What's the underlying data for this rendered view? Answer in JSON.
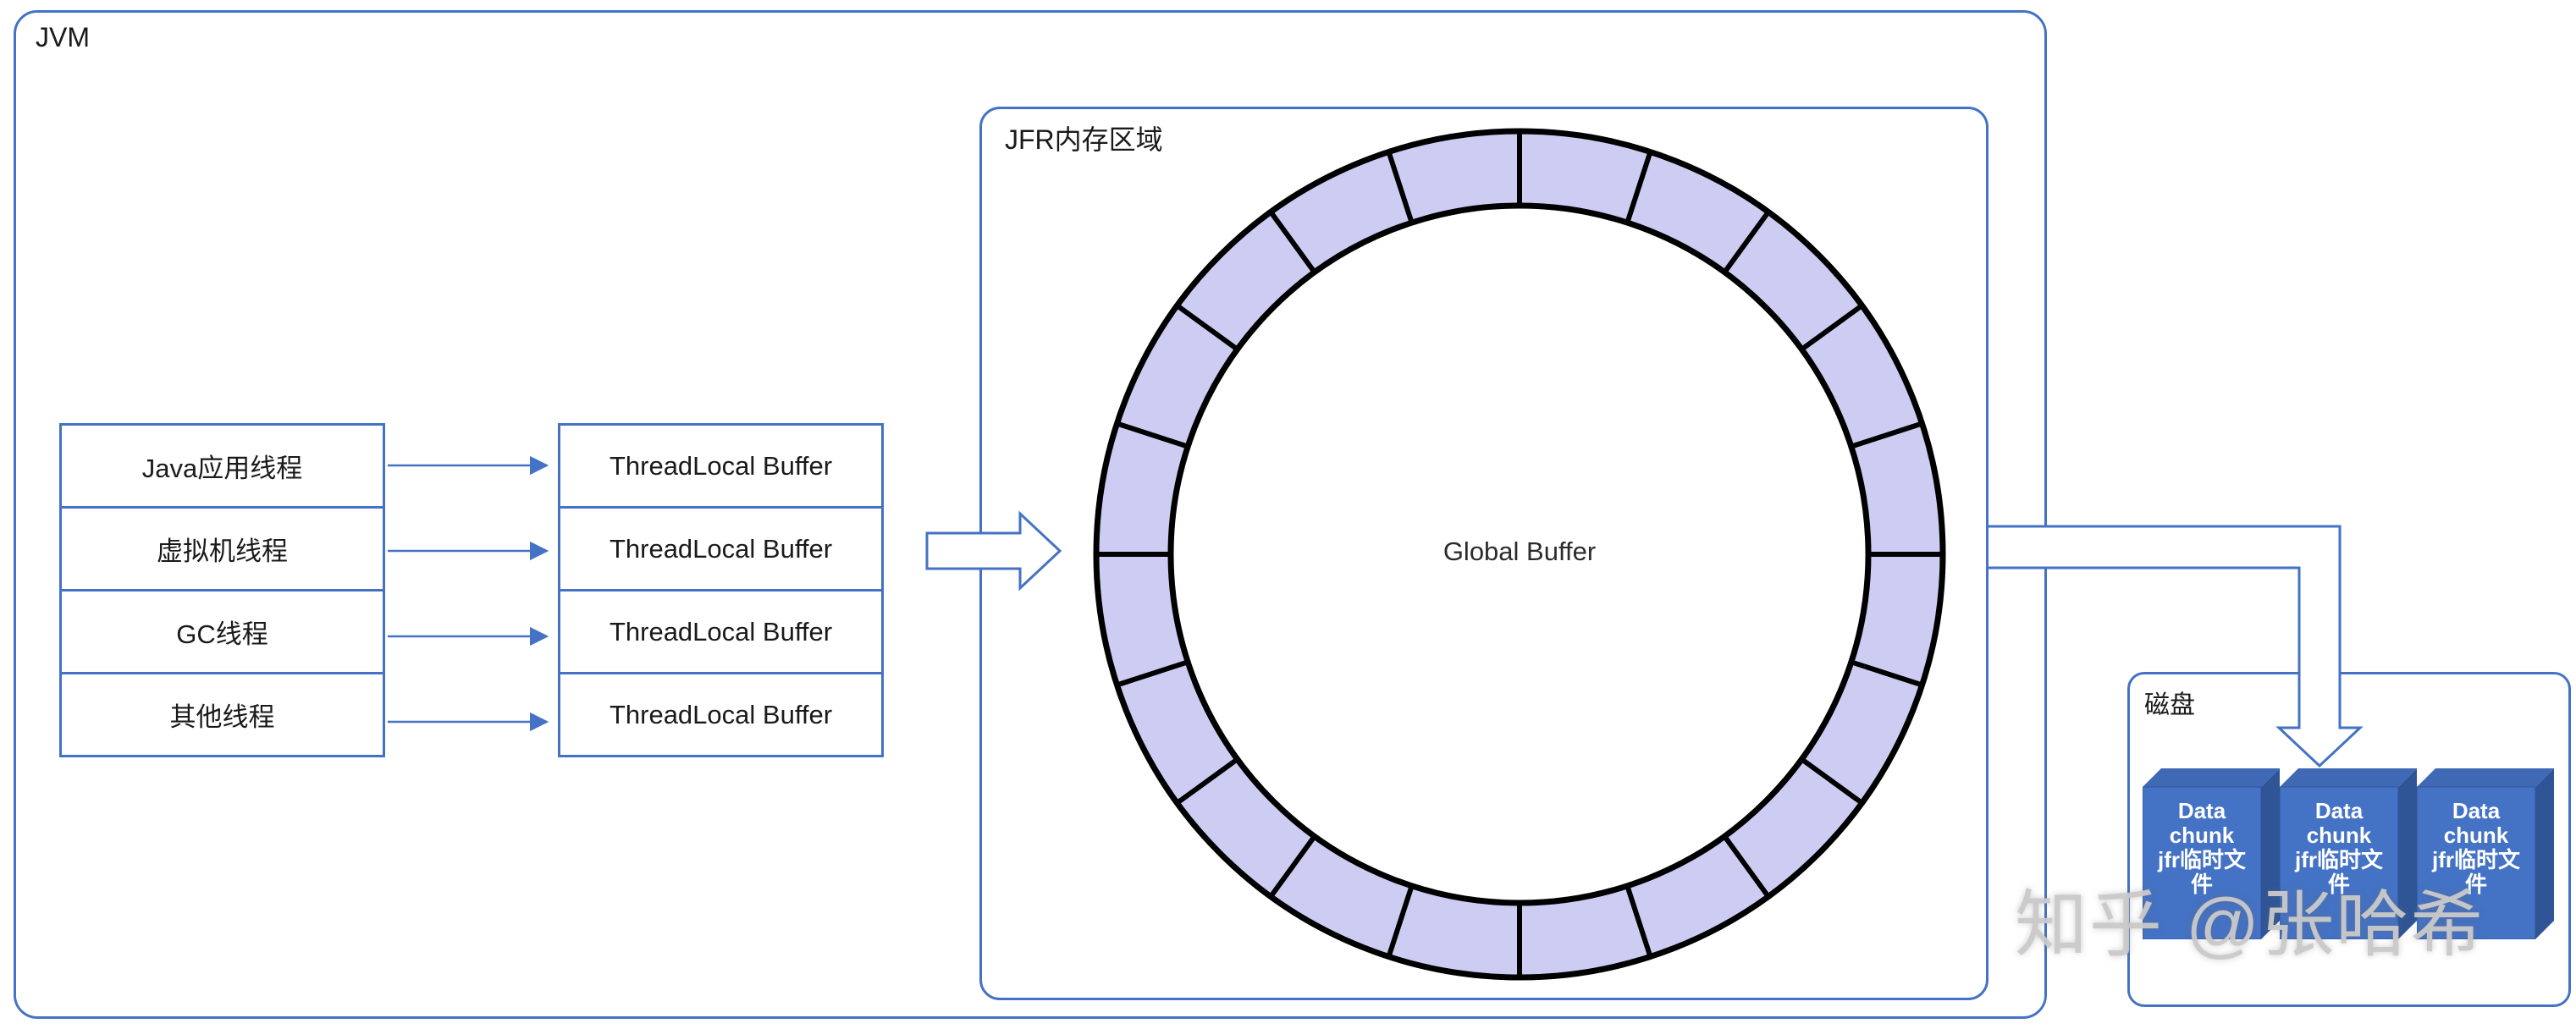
{
  "jvm": {
    "label": "JVM"
  },
  "threads": {
    "items": [
      "Java应用线程",
      "虚拟机线程",
      "GC线程",
      "其他线程"
    ]
  },
  "thread_local_buffers": {
    "items": [
      "ThreadLocal Buffer",
      "ThreadLocal Buffer",
      "ThreadLocal Buffer",
      "ThreadLocal Buffer"
    ]
  },
  "jfr_memory": {
    "label": "JFR内存区域",
    "global_buffer_label": "Global Buffer",
    "ring_segments": 20
  },
  "disk": {
    "label": "磁盘",
    "chunks": [
      {
        "line1": "Data chunk",
        "line2": "jfr临时文件"
      },
      {
        "line1": "Data chunk",
        "line2": "jfr临时文件"
      },
      {
        "line1": "Data chunk",
        "line2": "jfr临时文件"
      }
    ]
  },
  "watermark": "知乎 @张哈希",
  "colors": {
    "accent_blue": "#4472c4",
    "ring_fill": "#cdcdf4",
    "ring_outline": "#000000",
    "chunk_front": "#4472c4",
    "chunk_side": "#2f5597",
    "chunk_top": "#3f68b5"
  }
}
